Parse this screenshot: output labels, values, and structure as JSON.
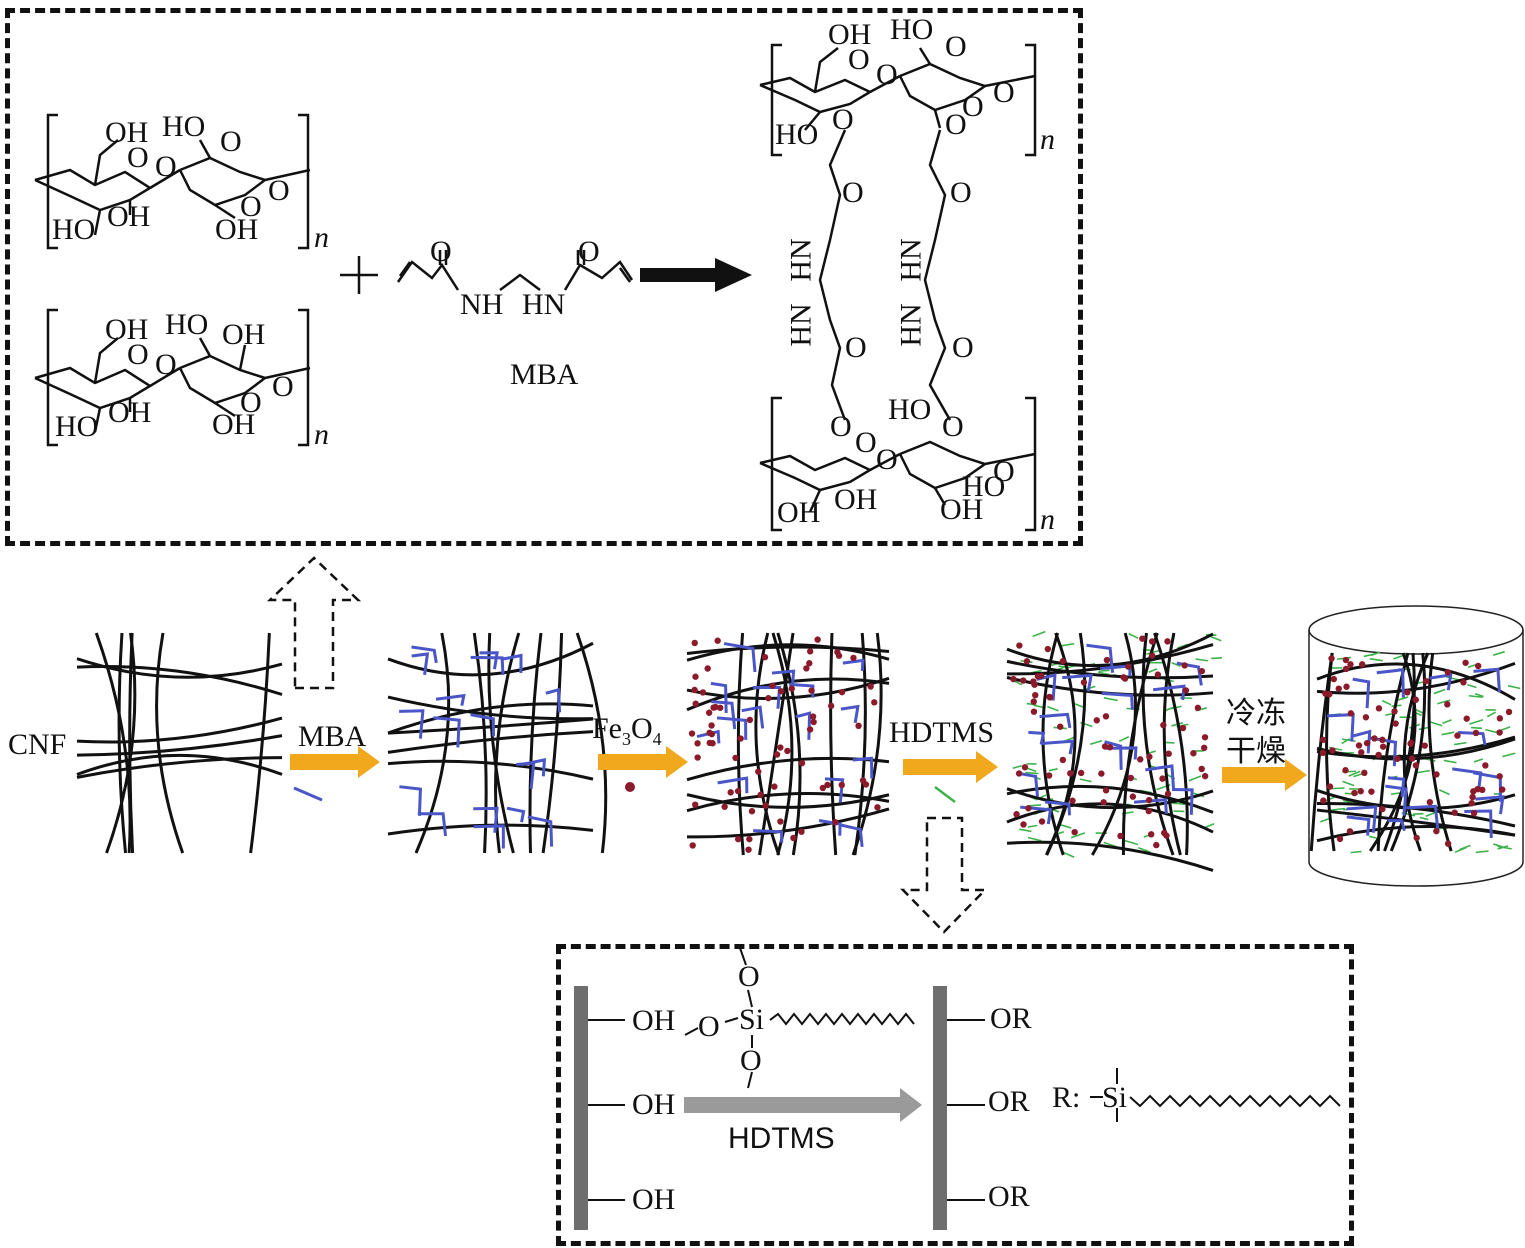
{
  "reaction_panel": {
    "cellulose_upper_labels": [
      "OH",
      "HO",
      "O",
      "O",
      "O",
      "O",
      "HO",
      "OH",
      "OH"
    ],
    "repeat_subscript": "n",
    "plus_sign": "+",
    "mba_atom_labels": [
      "O",
      "O",
      "NH",
      "HN"
    ],
    "mba_name": "MBA",
    "product_labels": [
      "OH",
      "HO",
      "O",
      "O",
      "O",
      "O",
      "O",
      "O",
      "HO",
      "O",
      "O",
      "HN",
      "HN",
      "HN",
      "HN",
      "O",
      "O",
      "HO",
      "O",
      "O",
      "O",
      "O",
      "O",
      "HO",
      "OH",
      "OH"
    ]
  },
  "process": {
    "start_label": "CNF",
    "step1_label": "MBA",
    "step2_label_main": "Fe",
    "step2_sub1": "3",
    "step2_mid": "O",
    "step2_sub2": "4",
    "step3_label": "HDTMS",
    "step4_label_line1": "冷冻",
    "step4_label_line2": "干燥"
  },
  "silane_panel": {
    "left_groups": [
      "OH",
      "OH",
      "OH"
    ],
    "silane_atoms": [
      "O",
      "O",
      "Si",
      "O"
    ],
    "arrow_label": "HDTMS",
    "right_groups": [
      "OR",
      "OR",
      "OR"
    ],
    "r_definition_prefix": "R:",
    "r_definition_si": "Si"
  },
  "colors": {
    "fiber": "#111111",
    "crosslink": "#4a55c8",
    "particle": "#8b1a2b",
    "silane": "#3cb34a",
    "process_arrow": "#f2a81d",
    "grey_arrow": "#9a9a9a",
    "grey_bar": "#6e6e6e"
  }
}
